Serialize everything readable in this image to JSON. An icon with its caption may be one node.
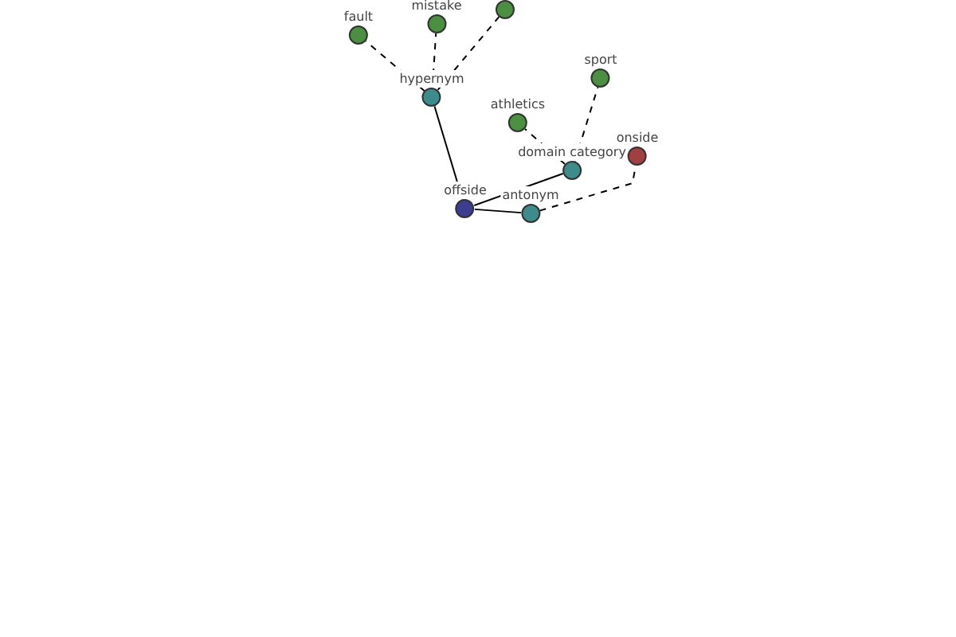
{
  "diagram": {
    "nodes": [
      {
        "text": [
          "offside"
        ]
      },
      {
        "text": [
          "hypernym"
        ]
      },
      {
        "text": [
          "fault"
        ]
      },
      {
        "text": [
          "mistake"
        ]
      },
      {
        "text": [],
        "shape": "circle"
      },
      {
        "text": [
          "domain category"
        ]
      },
      {
        "text": [
          "athletics"
        ]
      },
      {
        "text": [
          "sport"
        ]
      },
      {
        "text": [
          "antonym"
        ]
      },
      {
        "text": [
          "onside"
        ]
      }
    ],
    "edges": [
      {
        "from": 0,
        "to": 1,
        "arrow": "none"
      },
      {
        "from": 1,
        "to": 2,
        "arrow": "none",
        "style": "dashed"
      },
      {
        "from": 1,
        "to": 3,
        "arrow": "none",
        "style": "dashed"
      },
      {
        "from": 1,
        "to": 4,
        "arrow": "none",
        "style": "dashed"
      },
      {
        "from": 0,
        "to": 5,
        "arrow": "none"
      },
      {
        "from": 5,
        "to": 6,
        "arrow": "none",
        "style": "dashed"
      },
      {
        "from": 5,
        "to": 7,
        "arrow": "none",
        "style": "dashed"
      },
      {
        "from": 0,
        "to": 8,
        "arrow": "none"
      },
      {
        "from": 8,
        "to": 9,
        "arrow": "none",
        "style": "dashed"
      }
    ]
  }
}
